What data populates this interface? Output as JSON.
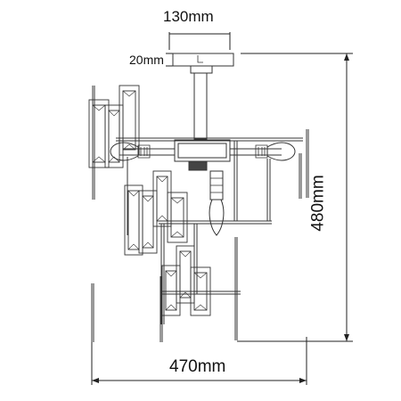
{
  "dimensions": {
    "canopy_width": "130mm",
    "canopy_height": "20mm",
    "total_width": "470mm",
    "total_height": "480mm"
  },
  "colors": {
    "line": "#333333",
    "text": "#111111",
    "background": "#ffffff"
  }
}
